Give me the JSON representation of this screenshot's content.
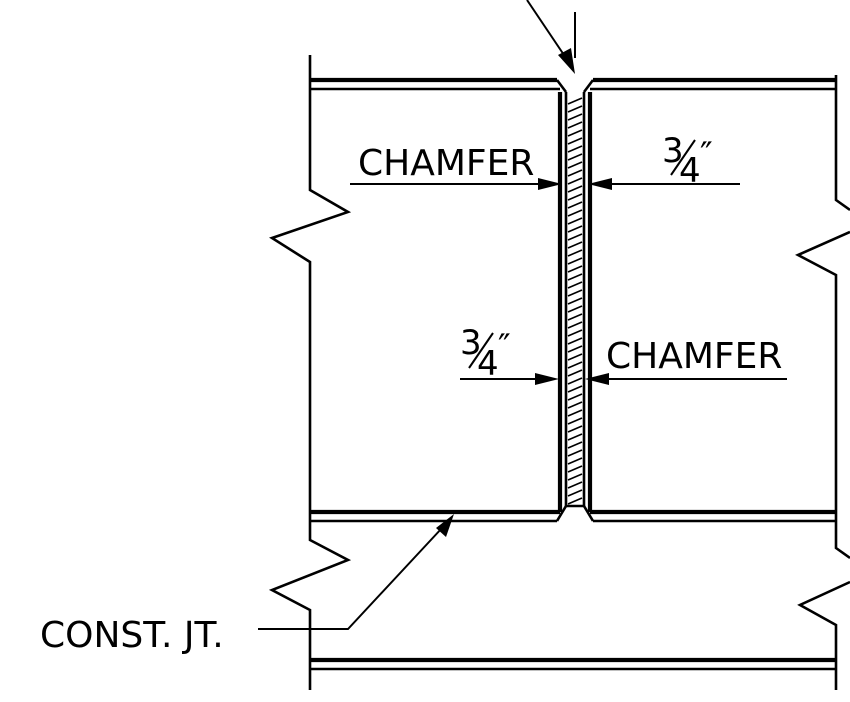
{
  "labels": {
    "chamfer_upper": "CHAMFER",
    "chamfer_lower": "CHAMFER",
    "construction_joint": "CONST. JT."
  },
  "dimensions": {
    "upper": {
      "numerator": "3",
      "denominator": "4",
      "unit": "″"
    },
    "lower": {
      "numerator": "3",
      "denominator": "4",
      "unit": "″"
    }
  }
}
